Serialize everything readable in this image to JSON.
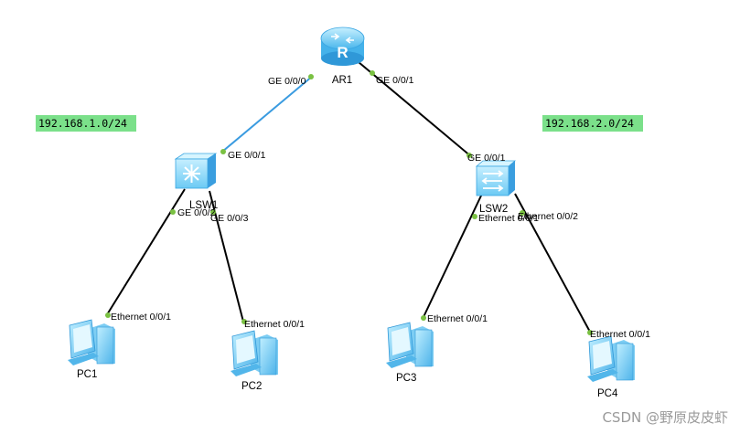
{
  "subnets": {
    "left": "192.168.1.0/24",
    "right": "192.168.2.0/24"
  },
  "devices": {
    "router": "AR1",
    "switch1": "LSW1",
    "switch2": "LSW2",
    "pc1": "PC1",
    "pc2": "PC2",
    "pc3": "PC3",
    "pc4": "PC4"
  },
  "ports": {
    "ar1_ge000": "GE 0/0/0",
    "ar1_ge001": "GE 0/0/1",
    "lsw1_ge001": "GE 0/0/1",
    "lsw1_ge002": "GE 0/0/2",
    "lsw1_ge003": "GE 0/0/3",
    "lsw2_ge001": "GE 0/0/1",
    "lsw2_eth001": "Ethernet 0/0/1",
    "lsw2_eth002": "Ethernet 0/0/2",
    "pc1_eth": "Ethernet 0/0/1",
    "pc2_eth": "Ethernet 0/0/1",
    "pc3_eth": "Ethernet 0/0/1",
    "pc4_eth": "Ethernet 0/0/1"
  },
  "colors": {
    "link_black": "#000000",
    "link_blue": "#3a9be0",
    "port_dot": "#7ac142",
    "subnet_bg": "#7be08a",
    "device_light": "#a9e6ff",
    "device_mid": "#55bff0",
    "device_dark": "#2a8fd0"
  },
  "watermark": "CSDN @野原皮皮虾"
}
